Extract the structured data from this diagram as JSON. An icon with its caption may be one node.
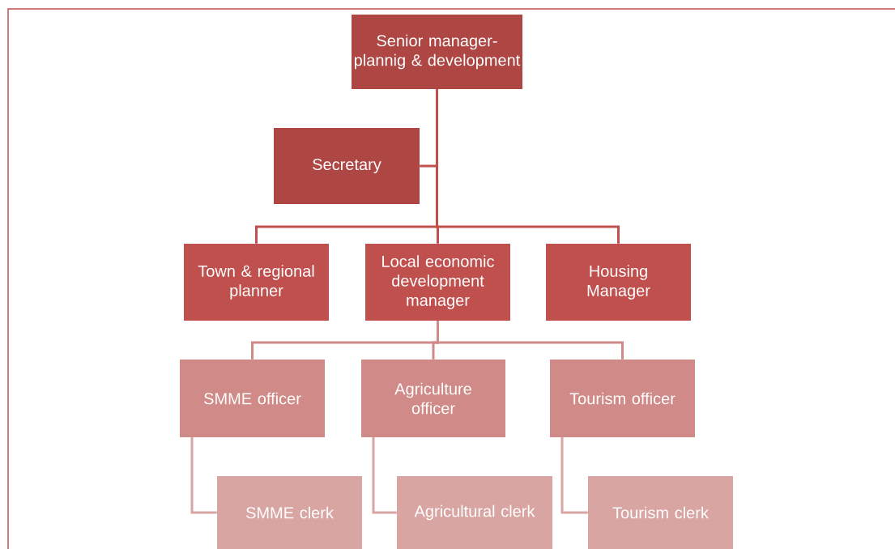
{
  "diagram": {
    "nodes": [
      {
        "text": [
          "Senior manager- plannig & development"
        ]
      },
      {
        "text": [
          "Secretary"
        ]
      },
      {
        "text": [
          "Town & regional planner"
        ]
      },
      {
        "text": [
          "Local economic development manager"
        ]
      },
      {
        "text": [
          "Housing Manager"
        ]
      },
      {
        "text": [
          "SMME officer"
        ]
      },
      {
        "text": [
          "Agriculture officer"
        ]
      },
      {
        "text": [
          "Tourism officer"
        ]
      },
      {
        "text": [
          "SMME clerk"
        ]
      },
      {
        "text": [
          "Agricultural clerk"
        ]
      },
      {
        "text": [
          "Tourism clerk"
        ]
      }
    ],
    "edges": [
      {
        "from": 0,
        "to": 1,
        "arrow": "none"
      },
      {
        "from": 0,
        "to": 2,
        "arrow": "none"
      },
      {
        "from": 0,
        "to": 3,
        "arrow": "none"
      },
      {
        "from": 0,
        "to": 4,
        "arrow": "none"
      },
      {
        "from": 3,
        "to": 5,
        "arrow": "none",
        "color": "#d08a87"
      },
      {
        "from": 3,
        "to": 6,
        "arrow": "none",
        "color": "#d08a87"
      },
      {
        "from": 3,
        "to": 7,
        "arrow": "none",
        "color": "#d08a87"
      },
      {
        "from": 5,
        "to": 8,
        "arrow": "none",
        "color": "#d9a5a3"
      },
      {
        "from": 6,
        "to": 9,
        "arrow": "none",
        "color": "#d9a5a3"
      },
      {
        "from": 7,
        "to": 10,
        "arrow": "none",
        "color": "#d9a5a3"
      }
    ]
  }
}
